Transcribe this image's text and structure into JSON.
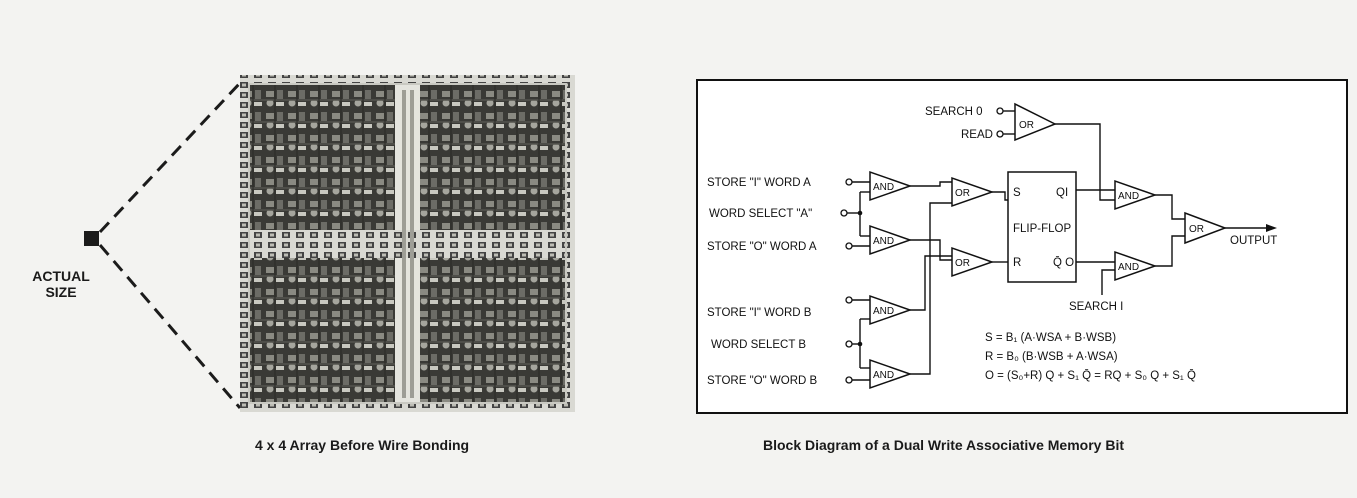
{
  "left_figure": {
    "actual_label_line1": "ACTUAL",
    "actual_label_line2": "SIZE",
    "caption": "4 x 4 Array Before Wire Bonding"
  },
  "right_figure": {
    "caption": "Block Diagram of a Dual Write Associative Memory Bit",
    "inputs": {
      "search0": "SEARCH 0",
      "read": "READ",
      "store1a": "STORE \"I\" WORD A",
      "wsa": "WORD SELECT \"A\"",
      "store0a": "STORE \"O\" WORD A",
      "store1b": "STORE \"I\" WORD B",
      "wsb": "WORD SELECT B",
      "store0b": "STORE \"O\" WORD B",
      "search1": "SEARCH I"
    },
    "gates": {
      "and": "AND",
      "or": "OR",
      "flipflop": "FLIP-FLOP",
      "s": "S",
      "r": "R",
      "q1": "QI",
      "q0": "Q̄ O"
    },
    "output": "OUTPUT",
    "equations": {
      "s": "S = B₁ (A·WSA + B·WSB)",
      "r": "R = B₀ (B·WSB + A·WSA)",
      "o": "O = (S₀+R) Q + S₁ Q̄ = RQ + S₀ Q + S₁ Q̄"
    }
  }
}
